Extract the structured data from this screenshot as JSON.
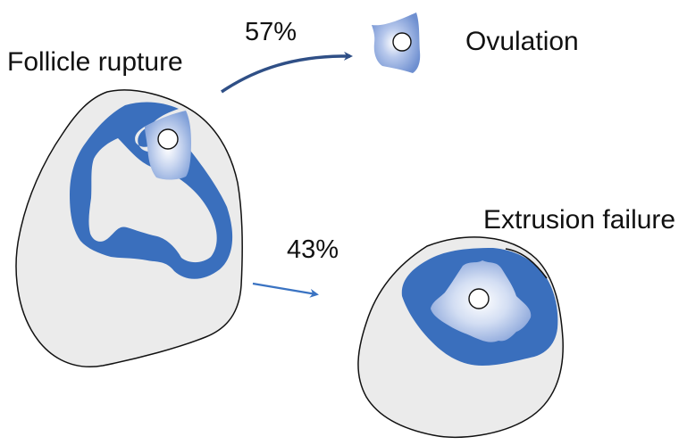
{
  "labels": {
    "follicle_rupture": "Follicle rupture",
    "ovulation": "Ovulation",
    "extrusion_failure": "Extrusion failure",
    "ovulation_percent": "57%",
    "extrusion_failure_percent": "43%"
  },
  "colors": {
    "follicle_fill": "#ebebeb",
    "outline": "#111111",
    "granulosa_blue": "#3a6fbd",
    "cumulus_light_blue": "#a9bde6",
    "arrow_dark_blue": "#2f4f86",
    "arrow_light_blue": "#3a73c2",
    "oocyte_fill": "#ffffff"
  }
}
